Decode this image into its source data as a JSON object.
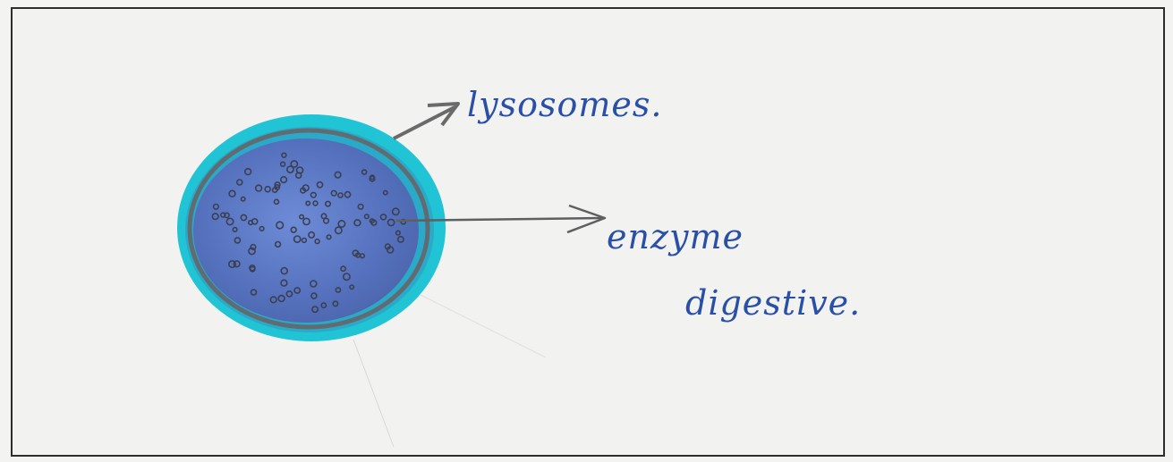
{
  "diagram": {
    "labels": {
      "lysosome": "lysosomes.",
      "enzyme_line1": "enzyme",
      "enzyme_line2": "digestive."
    },
    "colors": {
      "membrane_outer": "#21c4d4",
      "membrane_line": "#5f6d73",
      "interior": "#5a78c2",
      "vesicles": "#3b3f52",
      "arrows": "#6a6a6a",
      "text": "#2a4fa6",
      "frame": "#2d2d2d",
      "paper": "#f2f2f0"
    }
  }
}
